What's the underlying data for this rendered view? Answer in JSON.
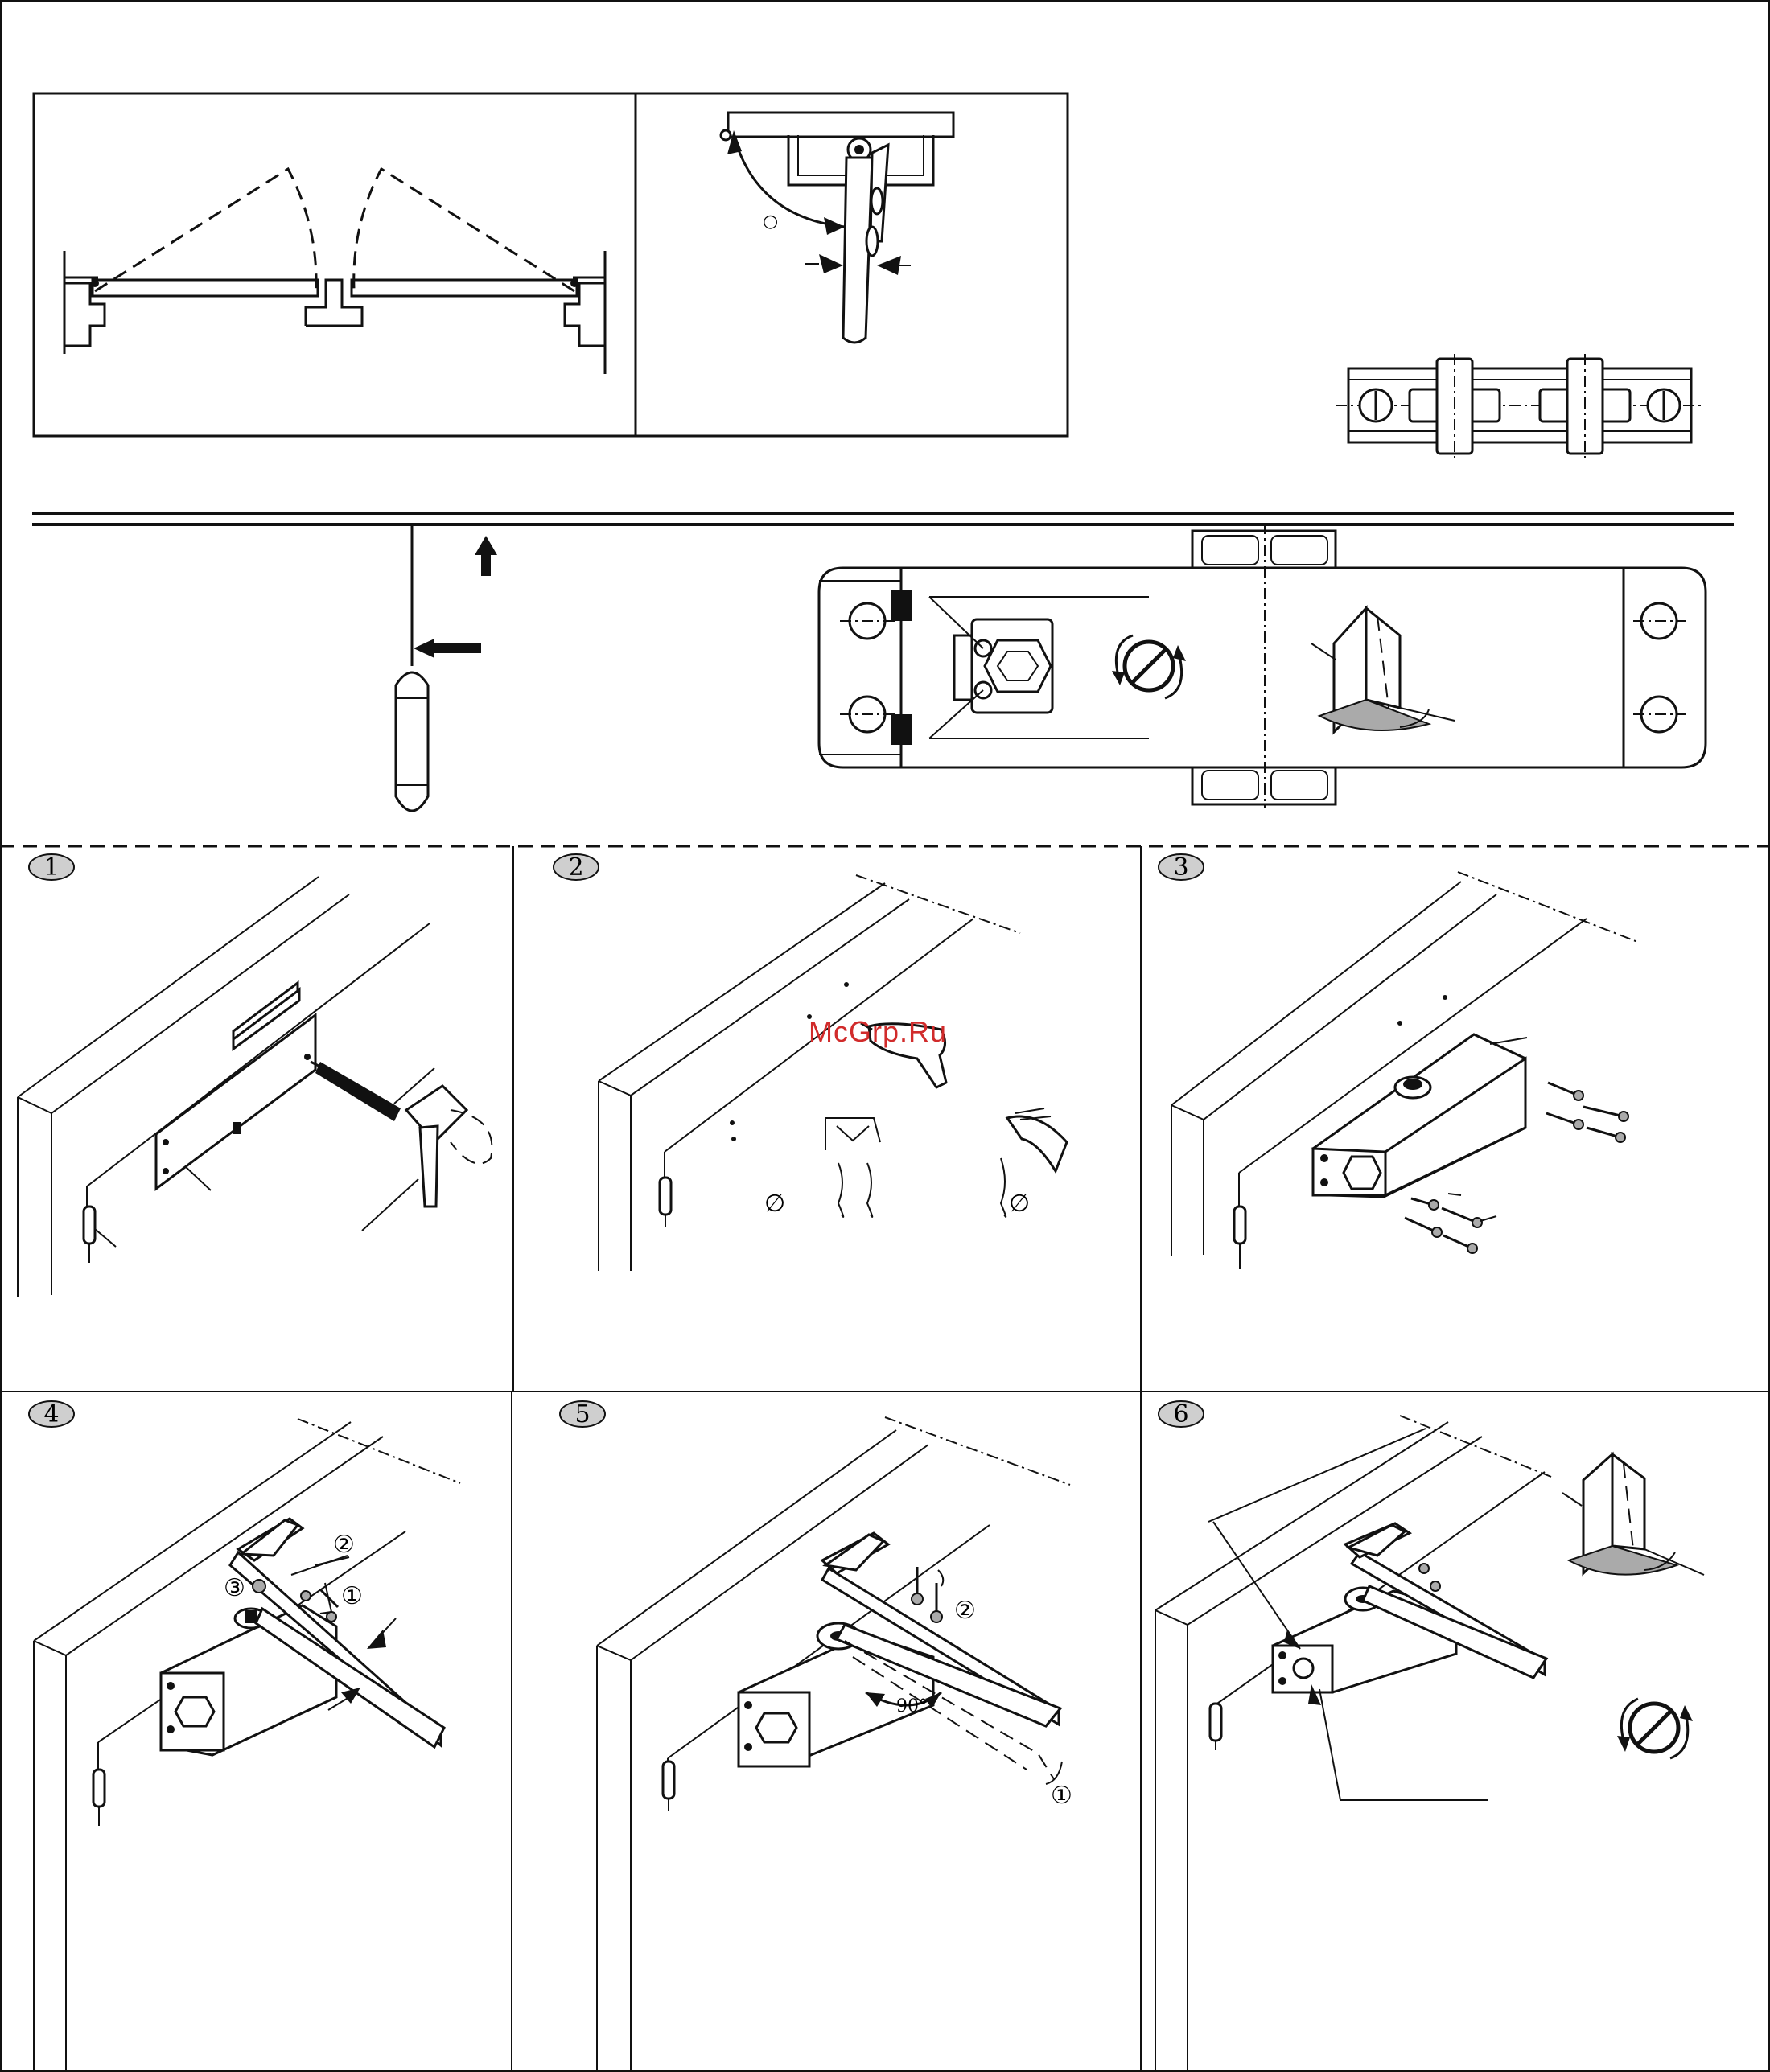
{
  "document": {
    "watermark": "McGrp.Ru",
    "steps": [
      {
        "id": "step-1",
        "number": "1"
      },
      {
        "id": "step-2",
        "number": "2"
      },
      {
        "id": "step-3",
        "number": "3"
      },
      {
        "id": "step-4",
        "number": "4"
      },
      {
        "id": "step-5",
        "number": "5"
      },
      {
        "id": "step-6",
        "number": "6"
      }
    ],
    "annotations": {
      "small_circle": "○",
      "circled_1": "①",
      "circled_2": "②",
      "circled_3": "③",
      "drill_symbol": "∅",
      "angle_90": "90°"
    }
  }
}
